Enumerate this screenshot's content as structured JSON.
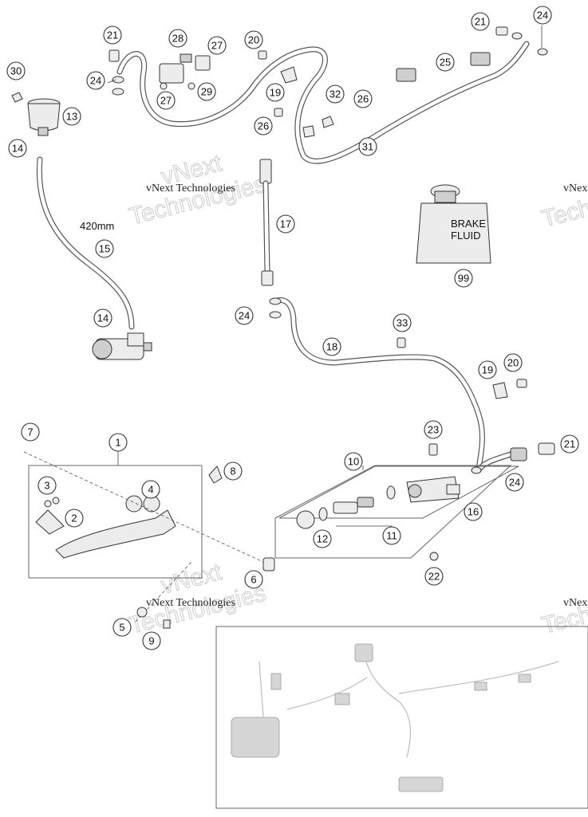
{
  "diagram": {
    "hose_length_label": "420mm",
    "brake_fluid_can": {
      "line1": "BRAKE",
      "line2": "FLUID"
    },
    "watermark": {
      "company": "vNext Technologies",
      "line1": "vNext",
      "line2": "Technologies"
    },
    "callouts": [
      "1",
      "2",
      "3",
      "4",
      "5",
      "6",
      "7",
      "8",
      "9",
      "10",
      "11",
      "12",
      "13",
      "14",
      "14",
      "15",
      "16",
      "17",
      "18",
      "19",
      "19",
      "20",
      "20",
      "21",
      "21",
      "21",
      "22",
      "23",
      "24",
      "24",
      "24",
      "24",
      "25",
      "26",
      "26",
      "27",
      "27",
      "28",
      "29",
      "30",
      "31",
      "32",
      "33",
      "99"
    ]
  }
}
